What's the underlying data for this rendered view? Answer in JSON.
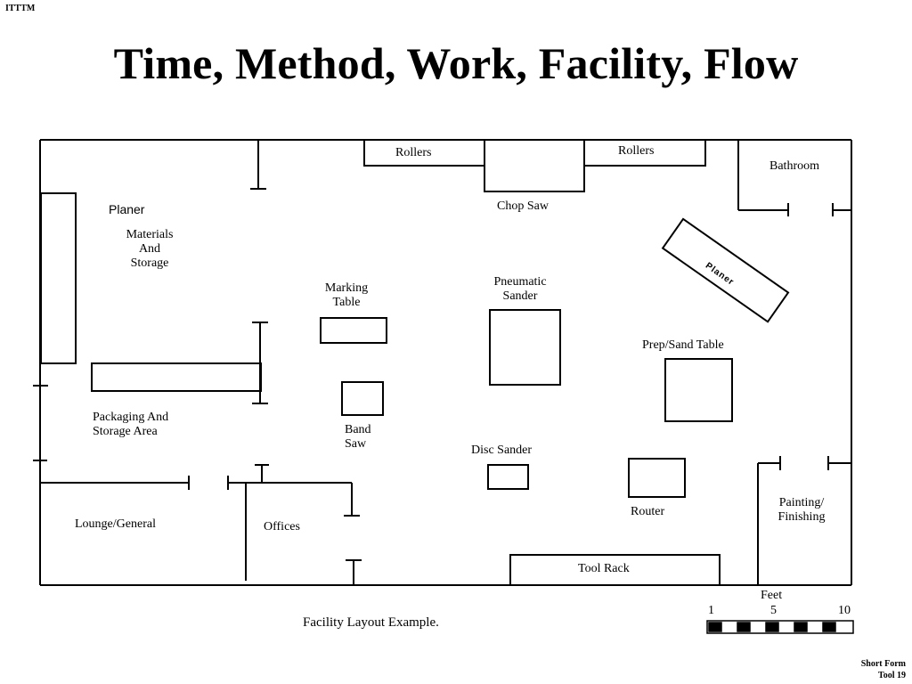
{
  "header": {
    "tag": "ITTTM",
    "title": "Time, Method, Work, Facility, Flow"
  },
  "areas": {
    "rollers_left": "Rollers",
    "rollers_right": "Rollers",
    "chop_saw": "Chop Saw",
    "bathroom": "Bathroom",
    "planer": "Planer",
    "materials": [
      "Materials",
      "And",
      "Storage"
    ],
    "marking_table": [
      "Marking",
      "Table"
    ],
    "pneumatic_sander": [
      "Pneumatic",
      "Sander"
    ],
    "prep_sand_table": "Prep/Sand Table",
    "packaging": [
      "Packaging And",
      "Storage Area"
    ],
    "band_saw": [
      "Band",
      "Saw"
    ],
    "disc_sander": "Disc Sander",
    "router": "Router",
    "painting": [
      "Painting/",
      "Finishing"
    ],
    "lounge": "Lounge/General",
    "offices": "Offices",
    "tool_rack": "Tool Rack",
    "slanted_label": "Planer"
  },
  "scale": {
    "title": "Feet",
    "ticks": [
      "1",
      "5",
      "10"
    ]
  },
  "caption": "Facility Layout Example.",
  "footer": {
    "line1": "Short Form",
    "line2": "Tool 19"
  }
}
